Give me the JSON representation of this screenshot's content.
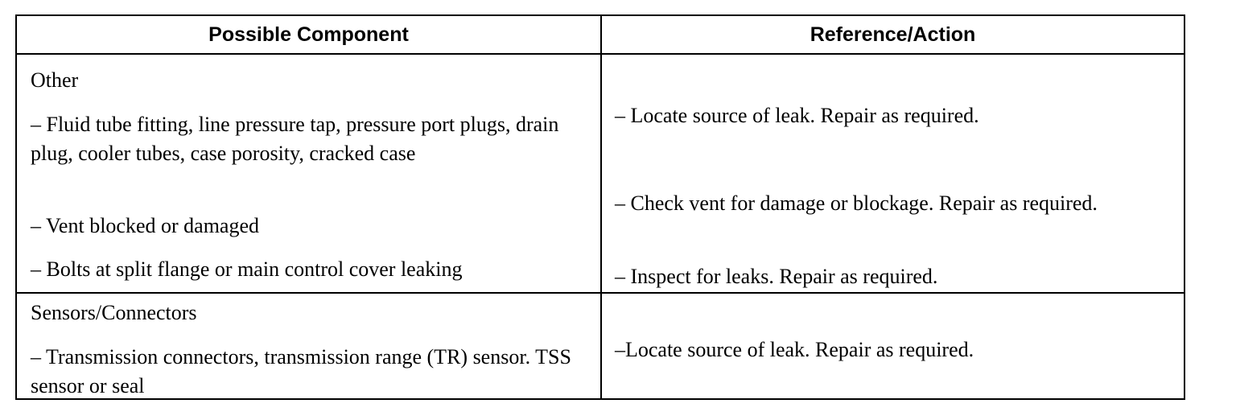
{
  "header": {
    "col1": "Possible Component",
    "col2": "Reference/Action"
  },
  "rows": [
    {
      "component_title": "Other",
      "items": [
        {
          "component": "– Fluid tube fitting, line pressure tap, pressure port plugs, drain plug, cooler tubes, case porosity, cracked case",
          "action": "– Locate source of leak. Repair as required."
        },
        {
          "component": "– Vent blocked or damaged",
          "action": "– Check vent for damage or blockage. Repair as required."
        },
        {
          "component": "– Bolts at split flange or main control cover leaking",
          "action": "– Inspect for leaks. Repair as required."
        }
      ]
    },
    {
      "component_title": "Sensors/Connectors",
      "items": [
        {
          "component": "– Transmission connectors, transmission range (TR) sensor. TSS sensor or seal",
          "action": "–Locate source of leak. Repair as required."
        }
      ]
    }
  ]
}
